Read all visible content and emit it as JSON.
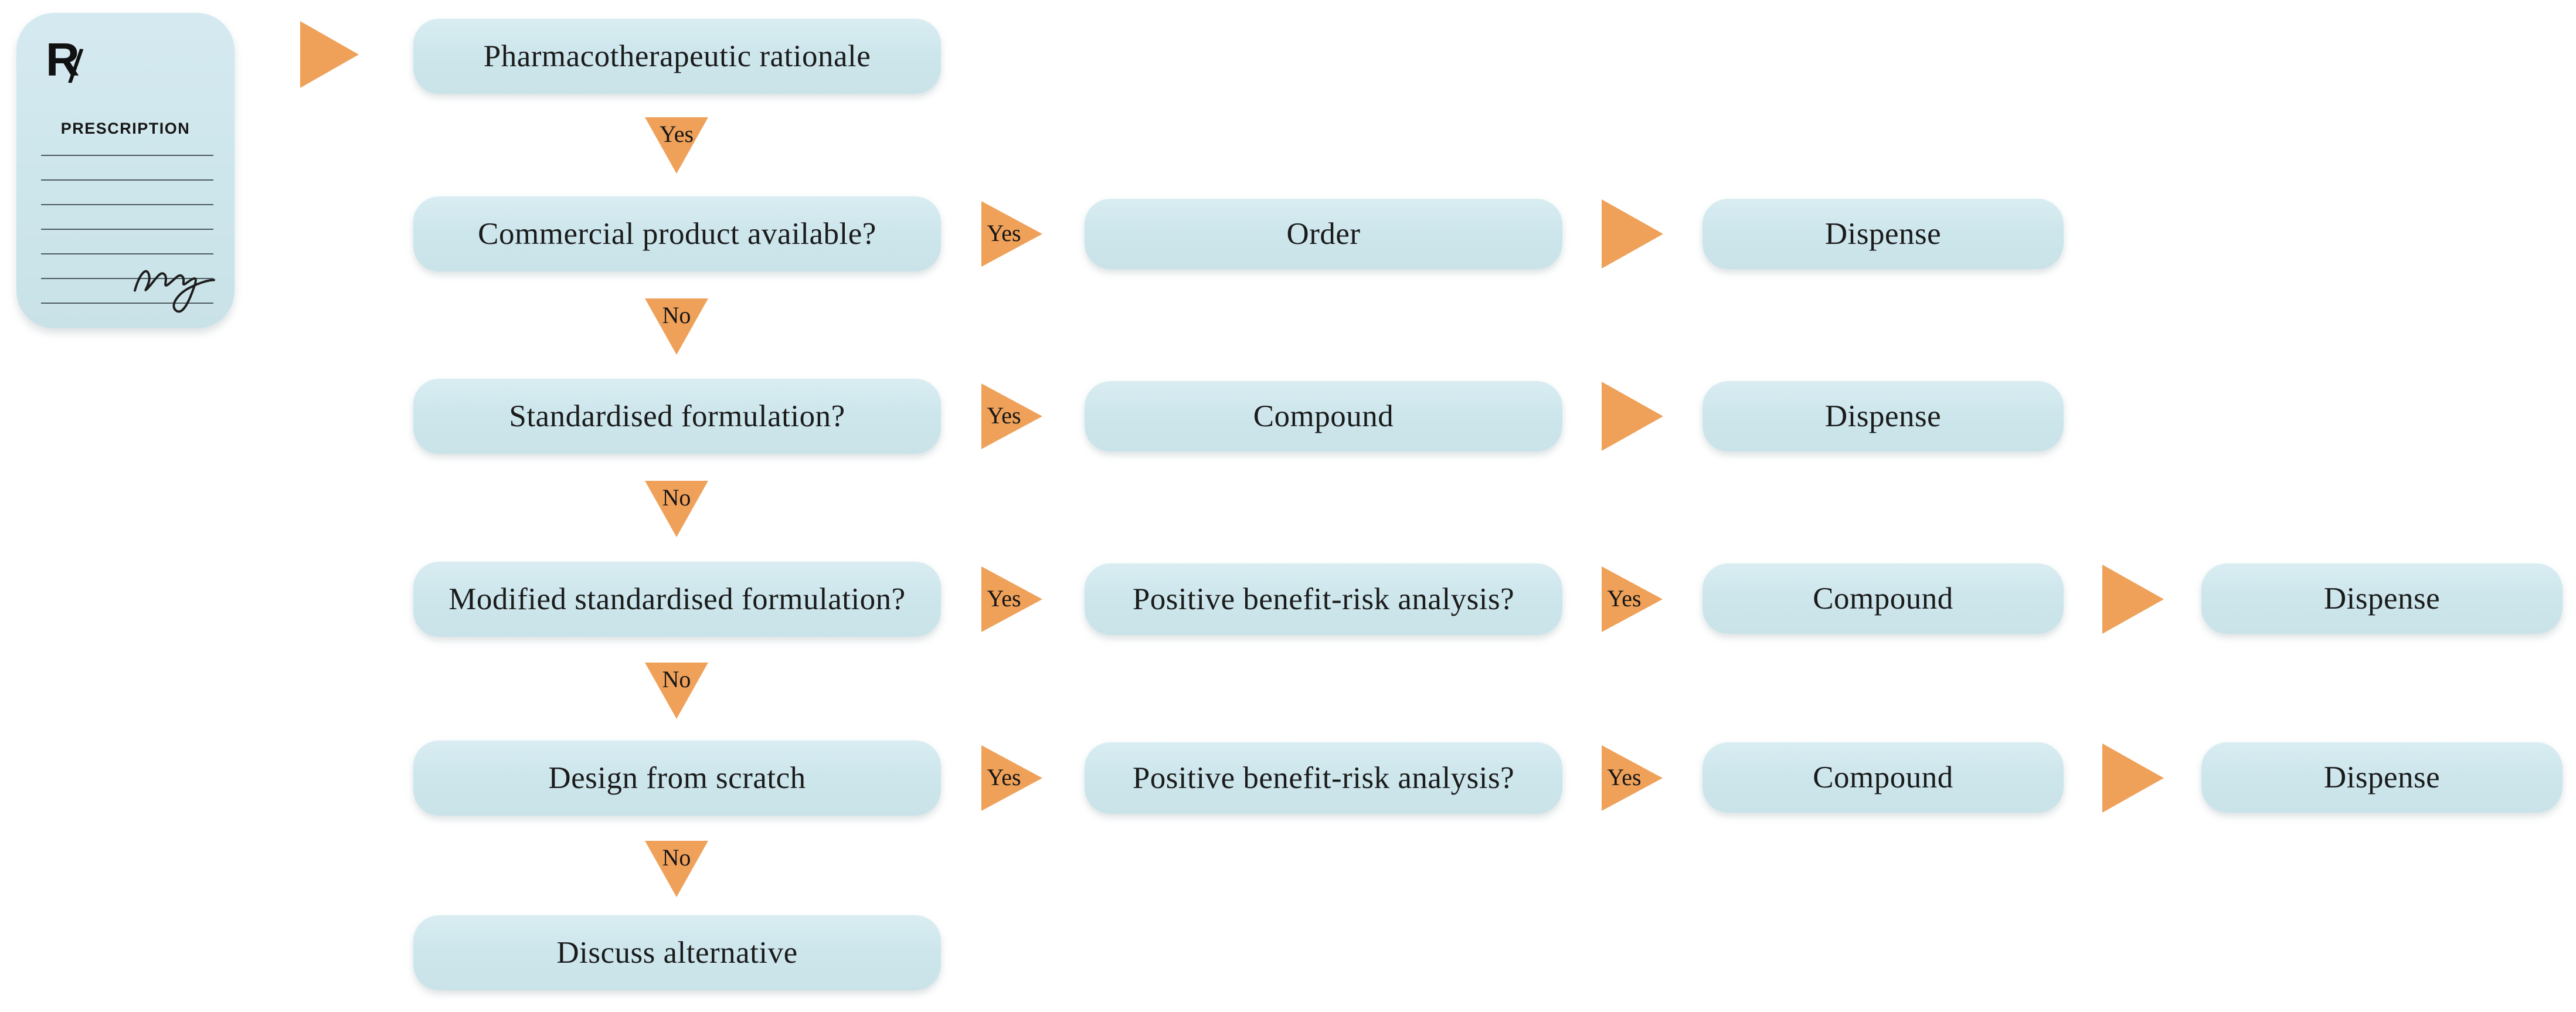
{
  "palette": {
    "node_fill": "#cde6ec",
    "arrow_fill": "#efa159",
    "text": "#1b1b1b",
    "rule_line": "#4d5c61",
    "background": "#ffffff"
  },
  "prescription_pad": {
    "rx": "R",
    "rx_slash": "/",
    "heading": "PRESCRIPTION",
    "line_count": 7
  },
  "labels": {
    "yes": "Yes",
    "no": "No"
  },
  "nodes": {
    "r1c1": "Pharmacotherapeutic rationale",
    "r2c1": "Commercial product available?",
    "r2c2": "Order",
    "r2c3": "Dispense",
    "r3c1": "Standardised formulation?",
    "r3c2": "Compound",
    "r3c3": "Dispense",
    "r4c1": "Modified standardised formulation?",
    "r4c2": "Positive benefit-risk analysis?",
    "r4c3": "Compound",
    "r4c4": "Dispense",
    "r5c1": "Design from scratch",
    "r5c2": "Positive benefit-risk analysis?",
    "r5c3": "Compound",
    "r5c4": "Dispense",
    "r6c1": "Discuss alternative"
  }
}
